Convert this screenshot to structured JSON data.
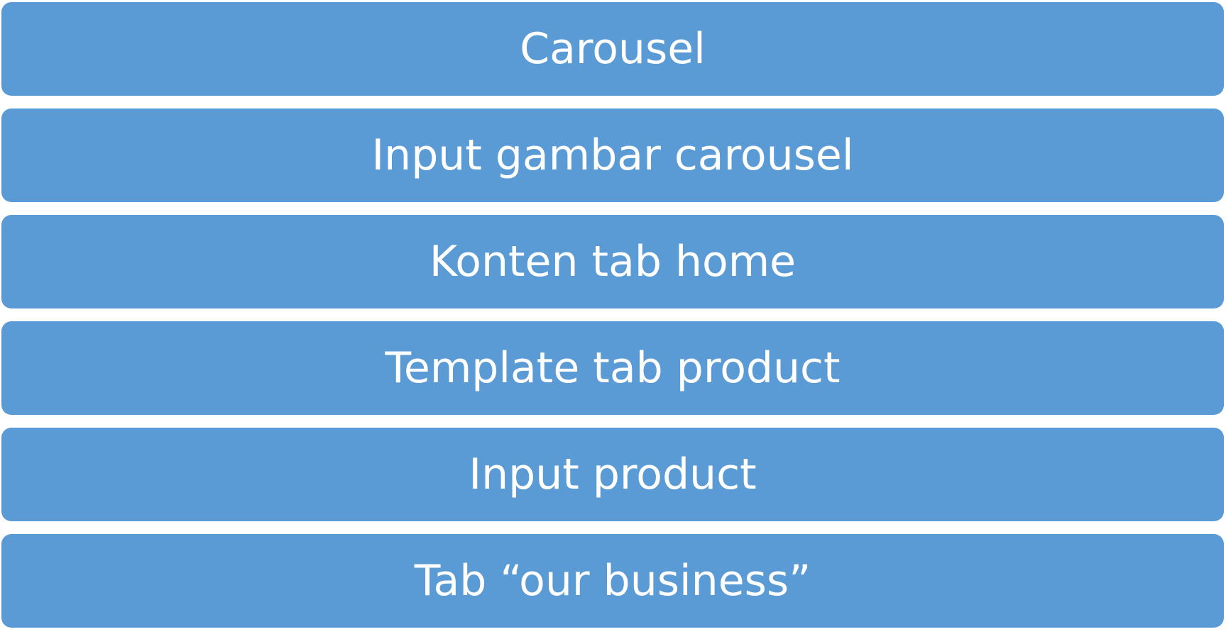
{
  "colors": {
    "block_fill": "#5B9BD5",
    "block_text": "#FFFFFF",
    "background": "#FFFFFF"
  },
  "blocks": [
    {
      "label": "Carousel"
    },
    {
      "label": "Input gambar carousel"
    },
    {
      "label": "Konten tab home"
    },
    {
      "label": "Template tab product"
    },
    {
      "label": "Input product"
    },
    {
      "label": "Tab “our business”"
    }
  ]
}
